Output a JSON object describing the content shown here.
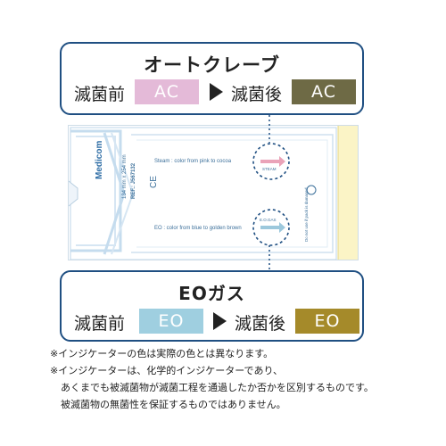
{
  "autoclave": {
    "title": "オートクレーブ",
    "before_label": "滅菌前",
    "before_chip": "AC",
    "after_label": "滅菌後",
    "after_chip": "AC",
    "before_color": "#e4bad8",
    "after_color": "#6e6a45"
  },
  "eo": {
    "title": "EOガス",
    "before_label": "滅菌前",
    "before_chip": "EO",
    "after_label": "滅菌後",
    "after_chip": "EO",
    "before_color": "#9fcfe0",
    "after_color": "#a58a2a"
  },
  "pouch": {
    "brand": "Medicom",
    "size_text": "134 mm x 254 mm",
    "ref_text": "REF.: J567132",
    "ce_mark": "CE",
    "steam_text": "Steam : color from pink to cocoa",
    "steam_badge": "STEAM",
    "eo_text": "EO : color from blue to golden brown",
    "eo_badge": "E.O.GAS",
    "warning_text": "Do not use if pack is damaged",
    "accent_color": "#2f6ea6"
  },
  "notes": [
    "※インジケーターの色は実際の色とは異なります。",
    "※インジケーターは、化学的インジケーターであり、",
    "あくまでも被滅菌物が滅菌工程を通過したか否かを区別するものです。",
    "被滅菌物の無菌性を保証するものではありません。"
  ]
}
